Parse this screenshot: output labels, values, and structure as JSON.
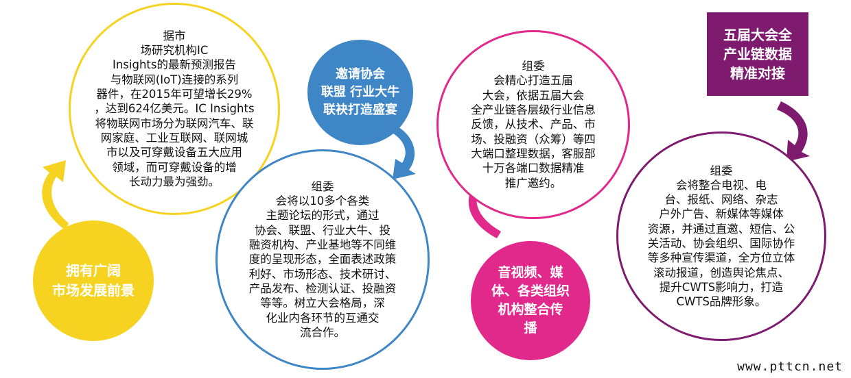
{
  "colors": {
    "yellow": "#F5D320",
    "blue": "#3F86C6",
    "pink": "#E0298A",
    "purple": "#7E1B6E"
  },
  "yellow_ring": {
    "text": "据市\n场研究机构IC\nInsights的最新预测报告\n与物联网(IoT)连接的系列\n器件，在2015年可望增长29%\n，达到624亿美元。IC Insights\n将物联网市场分为联网汽车、联\n网家庭、工业互联网、联网城\n市以及可穿戴设备五大应用\n领域，而可穿戴设备的增\n长动力最为强劲。"
  },
  "yellow_disc": {
    "label": "拥有广阔\n市场发展前景"
  },
  "blue_disc": {
    "label": "邀请协会\n联盟 行业大牛\n联袂打造盛宴"
  },
  "blue_ring": {
    "text": "组委\n会将以10多个各类\n主题论坛的形式，通过\n协会、联盟、行业大牛、投\n融资机构、产业基地等不同维\n度的呈现形态，全面表述政策\n利好、市场形态、技术研讨、\n产品发布、检测认证、投融资\n等等。树立大会格局，深\n化业内各环节的互通交\n流合作。"
  },
  "pink_ring": {
    "text": "组委\n会精心打造五届\n大会，依据五届大会\n全产业链各层级行业信息\n反馈，从技术、产品、市\n场、投融资（众筹）等四\n大端口整理数据，客服部\n十万各端口数据精准\n推广邀约。"
  },
  "pink_disc": {
    "label": "音视频、媒\n体、各类组织\n机构整合传\n播"
  },
  "purple_box": {
    "label": "五届大会全\n产业链数据\n精准对接"
  },
  "purple_ring": {
    "text": "组委\n会将整合电视、电\n台、报纸、网络、杂志\n户外广告、新媒体等媒体\n资源，并通过直邀、短信、公\n关活动、协会组织、国际协作\n等多种宣传渠道，全方位立体\n滚动报道，创造舆论焦点、\n提升CWTS影响力，打造\nCWTS品牌形象。"
  },
  "watermark": "www.pttcn.net"
}
